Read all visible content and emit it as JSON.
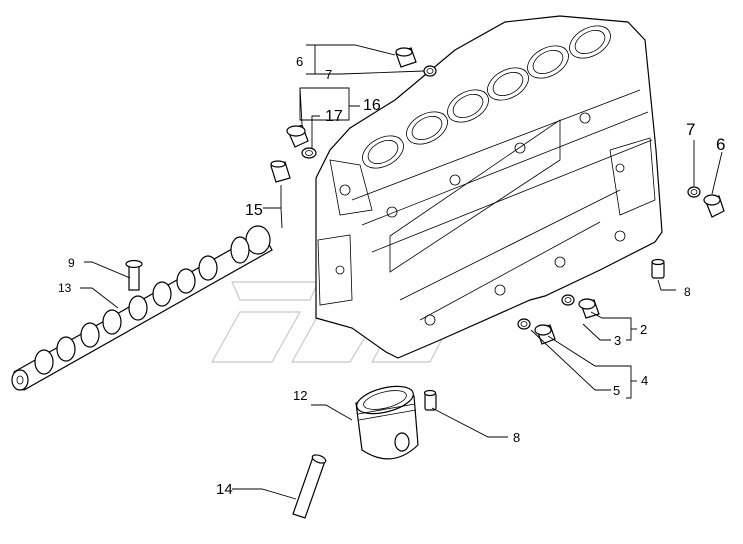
{
  "diagram": {
    "callouts": {
      "c1": "6",
      "c2": "7",
      "c3": "17",
      "c4": "16",
      "c5": "7",
      "c6": "6",
      "c7": "15",
      "c8": "9",
      "c9": "13",
      "c10": "8",
      "c11": "2",
      "c12": "3",
      "c13": "4",
      "c14": "5",
      "c15": "12",
      "c16": "8",
      "c17": "14"
    }
  }
}
